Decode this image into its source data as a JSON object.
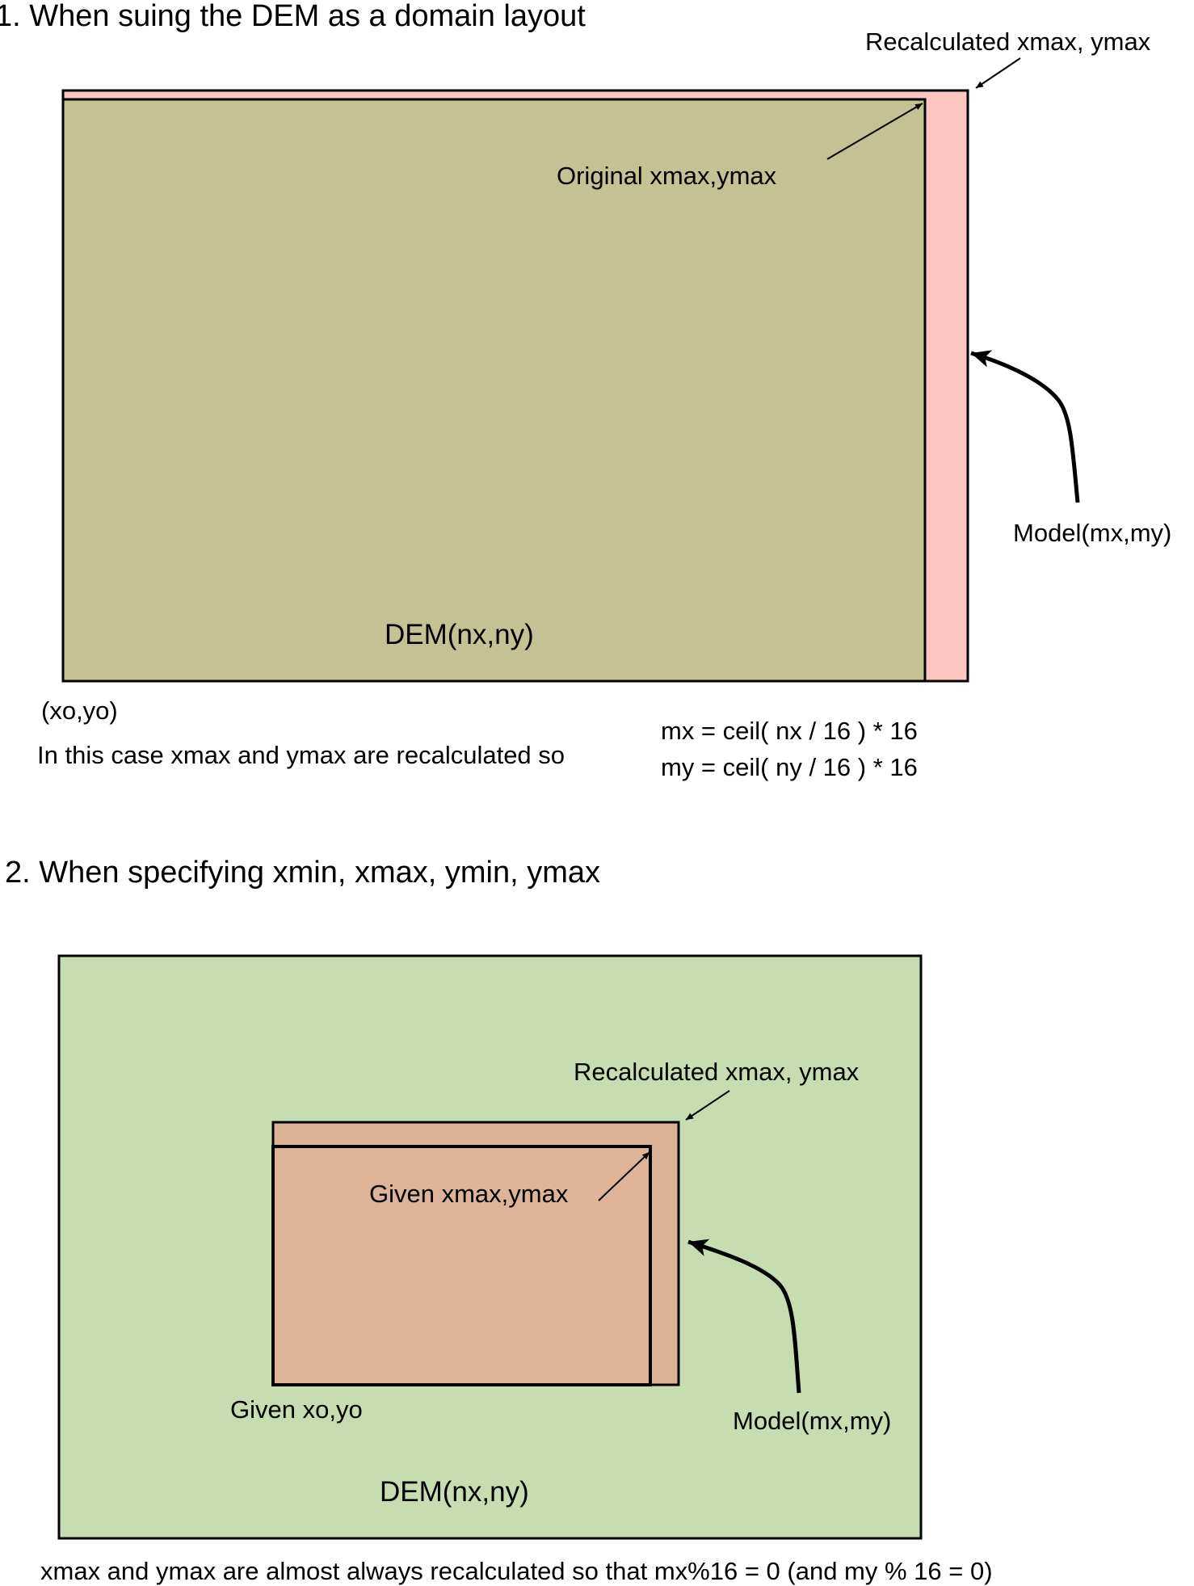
{
  "section1": {
    "title": "1. When suing the DEM as a domain layout",
    "recalculated_label": "Recalculated xmax, ymax",
    "original_label": "Original xmax,ymax",
    "model_label": "Model(mx,my)",
    "dem_label": "DEM(nx,ny)",
    "origin_label": "(xo,yo)",
    "note": "In this case xmax and ymax are recalculated so",
    "formula_mx": "mx = ceil( nx / 16 ) * 16",
    "formula_my": "my = ceil( ny / 16 ) * 16",
    "colors": {
      "model_fill": "#fec5c1",
      "dem_fill": "#c4c193"
    }
  },
  "section2": {
    "title": "2. When specifying xmin, xmax, ymin, ymax",
    "recalculated_label": "Recalculated xmax, ymax",
    "given_max_label": "Given xmax,ymax",
    "given_origin_label": "Given xo,yo",
    "model_label": "Model(mx,my)",
    "dem_label": "DEM(nx,ny)",
    "note": "xmax and ymax are almost always recalculated so that mx%16 = 0 (and my % 16 = 0)",
    "colors": {
      "dem_fill": "#c6dcb1",
      "model_fill": "#dbb496",
      "given_fill": "#ddb497"
    }
  }
}
